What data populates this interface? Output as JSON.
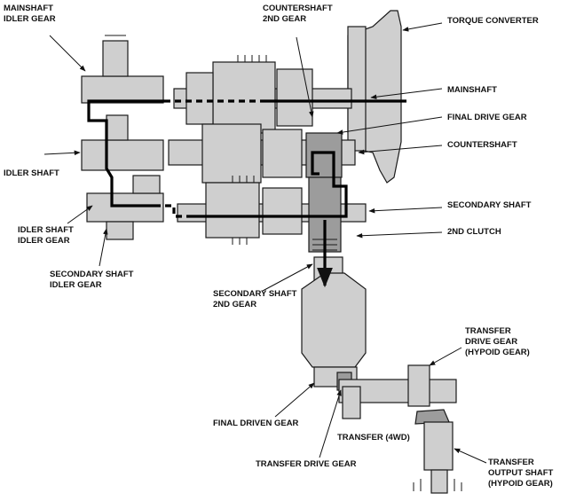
{
  "diagram": {
    "labels": {
      "mainshaft_idler_gear_1": "MAINSHAFT",
      "mainshaft_idler_gear_2": "IDLER GEAR",
      "countershaft_2nd_gear_1": "COUNTERSHAFT",
      "countershaft_2nd_gear_2": "2ND GEAR",
      "torque_converter": "TORQUE CONVERTER",
      "mainshaft": "MAINSHAFT",
      "final_drive_gear": "FINAL DRIVE GEAR",
      "countershaft": "COUNTERSHAFT",
      "idler_shaft": "IDLER SHAFT",
      "secondary_shaft": "SECONDARY SHAFT",
      "second_clutch": "2ND CLUTCH",
      "idler_shaft_idler_gear_1": "IDLER SHAFT",
      "idler_shaft_idler_gear_2": "IDLER GEAR",
      "secondary_shaft_idler_gear_1": "SECONDARY SHAFT",
      "secondary_shaft_idler_gear_2": "IDLER GEAR",
      "secondary_shaft_2nd_gear_1": "SECONDARY SHAFT",
      "secondary_shaft_2nd_gear_2": "2ND GEAR",
      "transfer_drive_gear_hypoid_1": "TRANSFER",
      "transfer_drive_gear_hypoid_2": "DRIVE GEAR",
      "transfer_drive_gear_hypoid_3": "(HYPOID GEAR)",
      "final_driven_gear": "FINAL DRIVEN GEAR",
      "transfer_4wd": "TRANSFER (4WD)",
      "transfer_drive_gear": "TRANSFER DRIVE GEAR",
      "transfer_output_shaft_1": "TRANSFER",
      "transfer_output_shaft_2": "OUTPUT SHAFT",
      "transfer_output_shaft_3": "(HYPOID GEAR)"
    }
  }
}
